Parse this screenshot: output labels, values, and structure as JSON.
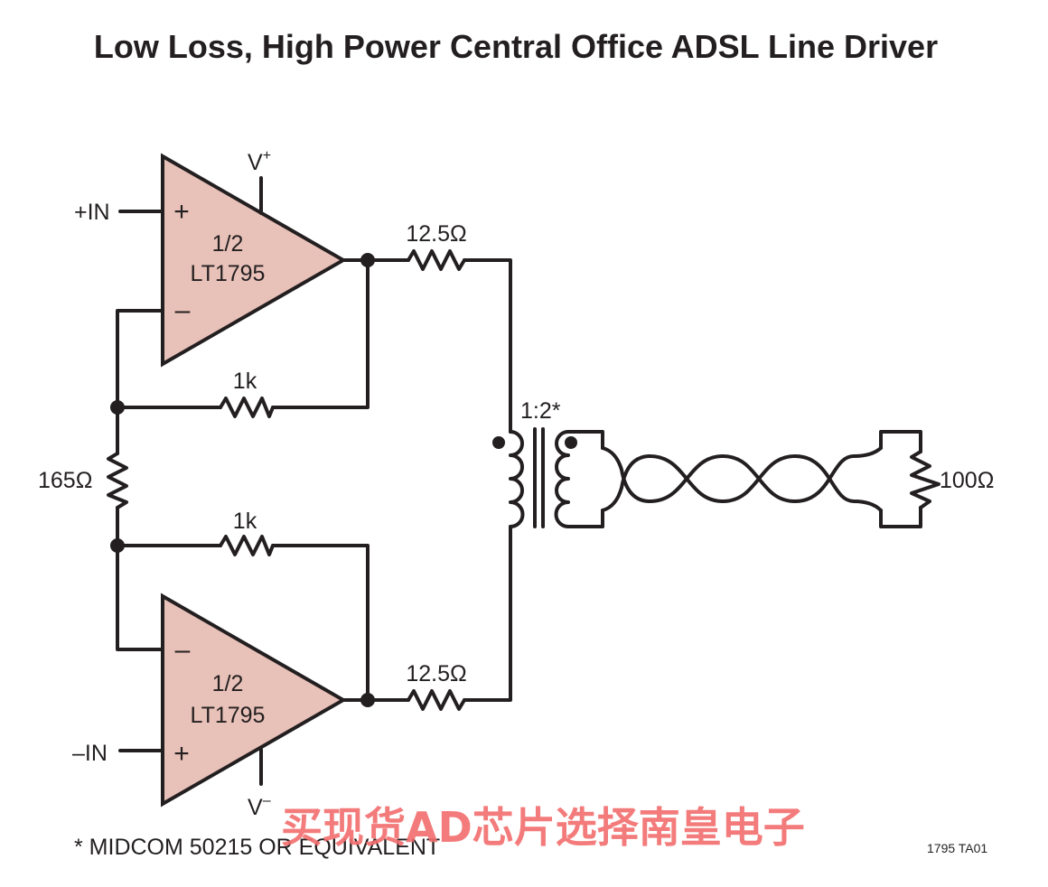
{
  "title": "Low Loss, High Power Central Office ADSL Line Driver",
  "labels": {
    "in_plus": "+IN",
    "in_minus": "–IN",
    "vplus_v": "V",
    "vplus_sup": "+",
    "vminus_v": "V",
    "vminus_sup": "–",
    "r_source_top": "12.5Ω",
    "r_source_bottom": "12.5Ω",
    "r_feedback_top": "1k",
    "r_feedback_bottom": "1k",
    "r_gain": "165Ω",
    "transformer_ratio": "1:2*",
    "r_load": "100Ω",
    "footnote": "* MIDCOM 50215 OR EQUIVALENT",
    "figure_id": "1795 TA01"
  },
  "amplifiers": [
    {
      "line1": "1/2",
      "line2": "LT1795",
      "plus": "+",
      "minus": "–"
    },
    {
      "line1": "1/2",
      "line2": "LT1795",
      "plus": "+",
      "minus": "–"
    }
  ],
  "watermark": "买现货AD芯片选择南皇电子",
  "colors": {
    "amp_fill": "#e8c1b8",
    "ink": "#231f20",
    "watermark": "#f26d6d"
  }
}
